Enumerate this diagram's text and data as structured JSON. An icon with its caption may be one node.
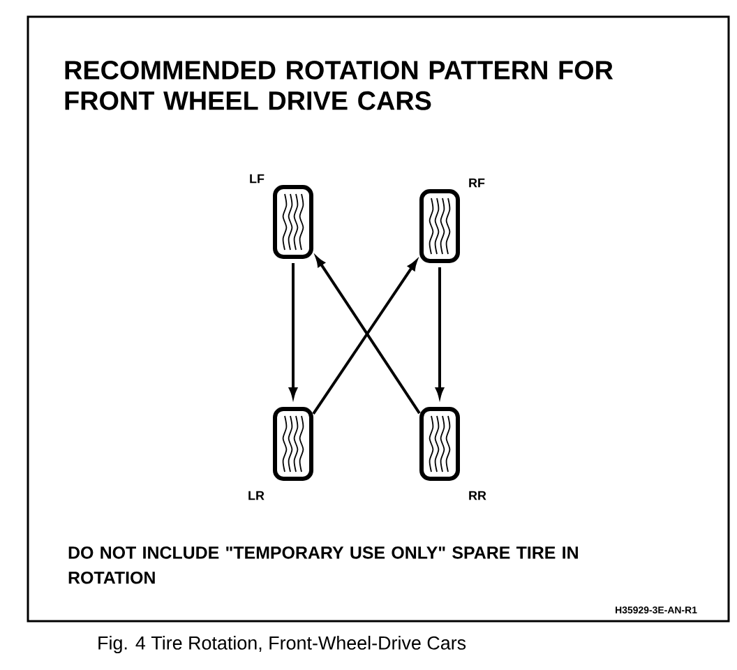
{
  "diagram": {
    "title": "RECOMMENDED ROTATION PATTERN FOR FRONT WHEEL DRIVE CARS",
    "caption": "Fig. 4 Tire Rotation, Front-Wheel-Drive Cars",
    "nodes": [
      {
        "text": [],
        "shape": "tire",
        "beside": [
          "LF"
        ]
      },
      {
        "text": [],
        "shape": "tire",
        "beside": [
          "RF"
        ]
      },
      {
        "text": [],
        "shape": "tire",
        "beside": [
          "LR"
        ]
      },
      {
        "text": [],
        "shape": "tire",
        "beside": [
          "RR"
        ]
      }
    ],
    "edges": [
      {
        "from": 0,
        "to": 2,
        "arrow": "to"
      },
      {
        "from": 1,
        "to": 3,
        "arrow": "to"
      },
      {
        "from": 2,
        "to": 1,
        "arrow": "to"
      },
      {
        "from": 3,
        "to": 0,
        "arrow": "to"
      }
    ],
    "labels": [
      "DO NOT INCLUDE \"TEMPORARY USE ONLY\" SPARE TIRE IN ROTATION",
      "H35929-3E-AN-R1"
    ]
  }
}
